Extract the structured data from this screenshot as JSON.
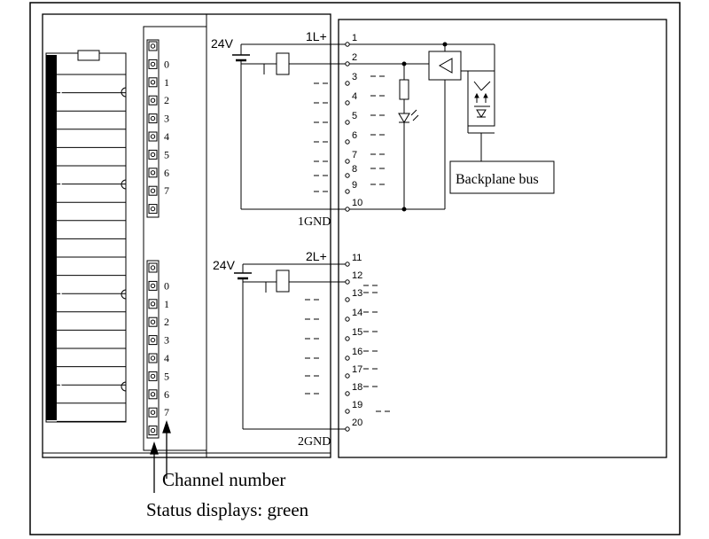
{
  "diagram": {
    "group1": {
      "supply_voltage": "24V",
      "supply_label": "1L+",
      "ground_label": "1GND",
      "pins": [
        "1",
        "2",
        "3",
        "4",
        "5",
        "6",
        "7",
        "8",
        "9",
        "10"
      ]
    },
    "group2": {
      "supply_voltage": "24V",
      "supply_label": "2L+",
      "ground_label": "2GND",
      "pins": [
        "11",
        "12",
        "13",
        "14",
        "15",
        "16",
        "17",
        "18",
        "19",
        "20"
      ]
    },
    "channels_top": [
      "0",
      "1",
      "2",
      "3",
      "4",
      "5",
      "6",
      "7"
    ],
    "channels_bottom": [
      "0",
      "1",
      "2",
      "3",
      "4",
      "5",
      "6",
      "7"
    ],
    "backplane_label": "Backplane bus",
    "caption_channel": "Channel number",
    "caption_status": "Status displays: green"
  }
}
